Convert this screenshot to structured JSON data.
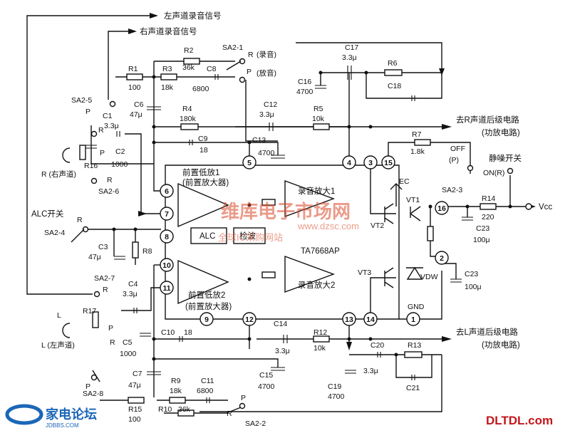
{
  "title_left": "左声道录音信号",
  "title_right": "右声道录音信号",
  "right_out": "去R声道后级电路",
  "right_out_sub": "(功放电路)",
  "left_out": "去L声道后级电路",
  "left_out_sub": "(功放电路)",
  "mute_label": "静噪开关",
  "alc_switch": "ALC开关",
  "vcc": "Vcc",
  "ec": "EC",
  "gnd": "GND",
  "ic_name": "TA7668AP",
  "blocks": {
    "pre1": "前置低放1",
    "pre1_sub": "(前置放大器)",
    "pre2": "前置低放2",
    "pre2_sub": "(前置放大器)",
    "rec1": "录音放大1",
    "rec2": "录音放大2",
    "alc": "ALC",
    "det": "检波"
  },
  "switches": {
    "sa2_1": "SA2-1",
    "sa2_2": "SA2-2",
    "sa2_3": "SA2-3",
    "sa2_4": "SA2-4",
    "sa2_5": "SA2-5",
    "sa2_6": "SA2-6",
    "sa2_7": "SA2-7",
    "sa2_8": "SA2-8",
    "rec_mode": "(录音)",
    "play_mode": "(放音)",
    "r": "R",
    "p": "P",
    "off": "OFF",
    "off_p": "(P)",
    "on_r": "ON(R)"
  },
  "channel_r": "R (右声道)",
  "channel_l": "L (左声道)",
  "channel_l_short": "L",
  "components": {
    "r1": "R1",
    "r1v": "100",
    "r2": "R2",
    "r2v": "36k",
    "r3": "R3",
    "r3v": "18k",
    "r4": "R4",
    "r4v": "180k",
    "r5": "R5",
    "r5v": "10k",
    "r6": "R6",
    "r7": "R7",
    "r7v": "1.8k",
    "r8": "R8",
    "r9": "R9",
    "r9v": "18k",
    "r10": "R10",
    "r10v": "36k",
    "r12": "R12",
    "r12v": "10k",
    "r13": "R13",
    "r14": "R14",
    "r14v": "220",
    "r15": "R15",
    "r15v": "100",
    "r16": "R16",
    "r17": "R17",
    "c1": "C1",
    "c1v": "3.3μ",
    "c2": "C2",
    "c2v": "1000",
    "c3": "C3",
    "c3v": "47μ",
    "c4": "C4",
    "c4v": "3.3μ",
    "c5": "C5",
    "c5v": "1000",
    "c6": "C6",
    "c6v": "47μ",
    "c7": "C7",
    "c7v": "47μ",
    "c8": "C8",
    "c8v": "6800",
    "c9": "C9",
    "c9v": "18",
    "c10": "C10",
    "c10v": "18",
    "c11": "C11",
    "c11v": "6800",
    "c12": "C12",
    "c12v": "3.3μ",
    "c13": "C13",
    "c13v": "4700",
    "c14": "C14",
    "c14v": "3.3μ",
    "c15": "C15",
    "c15v": "4700",
    "c16": "C16",
    "c16v": "4700",
    "c17": "C17",
    "c17v": "3.3μ",
    "c18": "C18",
    "c19": "C19",
    "c19v": "4700",
    "c20": "C20",
    "c20v": "3.3μ",
    "c21": "C21",
    "c23a": "C23",
    "c23av": "100μ",
    "c23b": "C23",
    "c23bv": "100μ",
    "vt1": "VT1",
    "vt2": "VT2",
    "vt3": "VT3",
    "vdw": "VDW"
  },
  "pins": [
    "1",
    "2",
    "3",
    "4",
    "5",
    "6",
    "7",
    "8",
    "9",
    "10",
    "11",
    "12",
    "13",
    "14",
    "15",
    "16"
  ],
  "watermark": "维库电子市场网",
  "watermark_url": "www.dzsc.com",
  "watermark_sub": "全球IC采购网站",
  "footer_logo": "家电论坛",
  "footer_url": "JDBBS.COM",
  "footer_right": "DLTDL.com"
}
